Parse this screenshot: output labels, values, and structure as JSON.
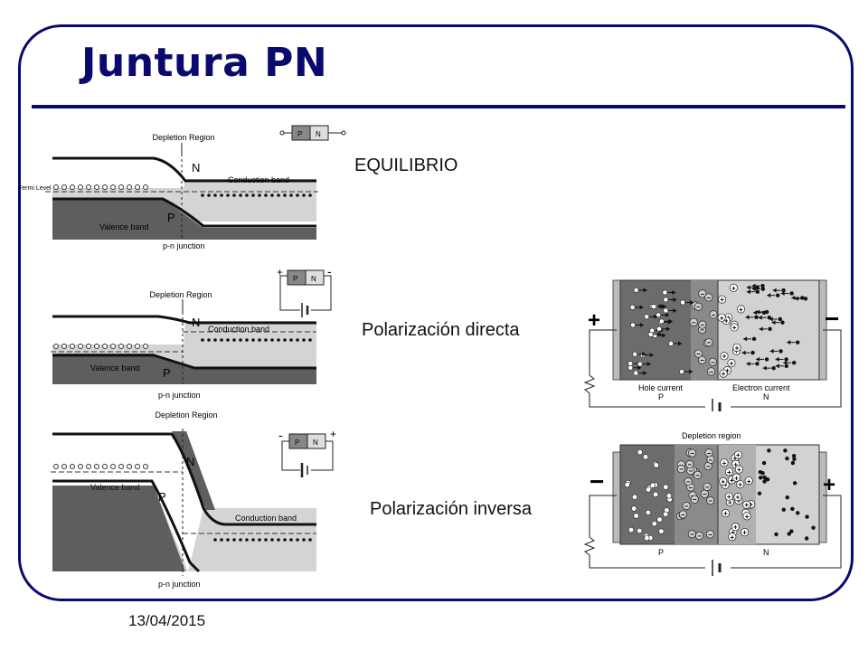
{
  "slide": {
    "title": "Juntura PN",
    "date": "13/04/2015",
    "colors": {
      "accent": "#0a0a6e"
    }
  },
  "labels": {
    "equilibrium": "EQUILIBRIO",
    "forward": "Polarización directa",
    "reverse": "Polarización inversa"
  },
  "band_diagrams": {
    "depletion_region": "Depletion Region",
    "n": "N",
    "p": "P",
    "conduction_band": "Conduction band",
    "valence_band": "Valence band",
    "junction": "p-n junction",
    "fermi_level": "Fermi Level"
  },
  "device_symbol": {
    "p": "P",
    "n": "N",
    "plus": "+",
    "minus": "-"
  },
  "carrier_diagrams": {
    "plus": "+",
    "minus": "−",
    "hole_current": "Hole current",
    "electron_current": "Electron current",
    "depletion_region": "Depletion region",
    "p": "P",
    "n": "N"
  }
}
